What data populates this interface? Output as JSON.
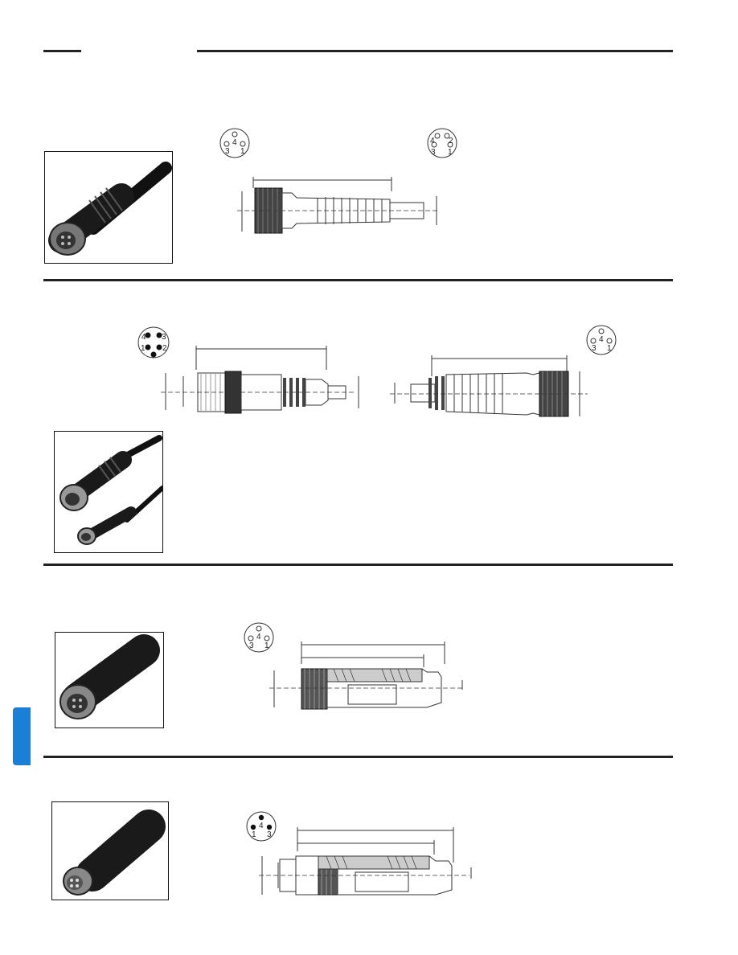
{
  "sections": [
    {
      "pin_diagrams": [
        {
          "labels": [
            "4",
            "3",
            "1"
          ]
        },
        {
          "labels": [
            "4",
            "2",
            "3",
            "1"
          ]
        }
      ]
    },
    {
      "pin_diagrams": [
        {
          "labels": [
            "4",
            "3",
            "1",
            "2"
          ]
        },
        {
          "labels": [
            "4",
            "3",
            "1"
          ]
        }
      ]
    },
    {
      "pin_diagrams": [
        {
          "labels": [
            "4",
            "3",
            "1"
          ]
        }
      ]
    },
    {
      "pin_diagrams": [
        {
          "labels": [
            "4",
            "1",
            "3"
          ]
        }
      ]
    }
  ],
  "colors": {
    "side_tab": "#1c7fd6",
    "rules": "#222222"
  }
}
